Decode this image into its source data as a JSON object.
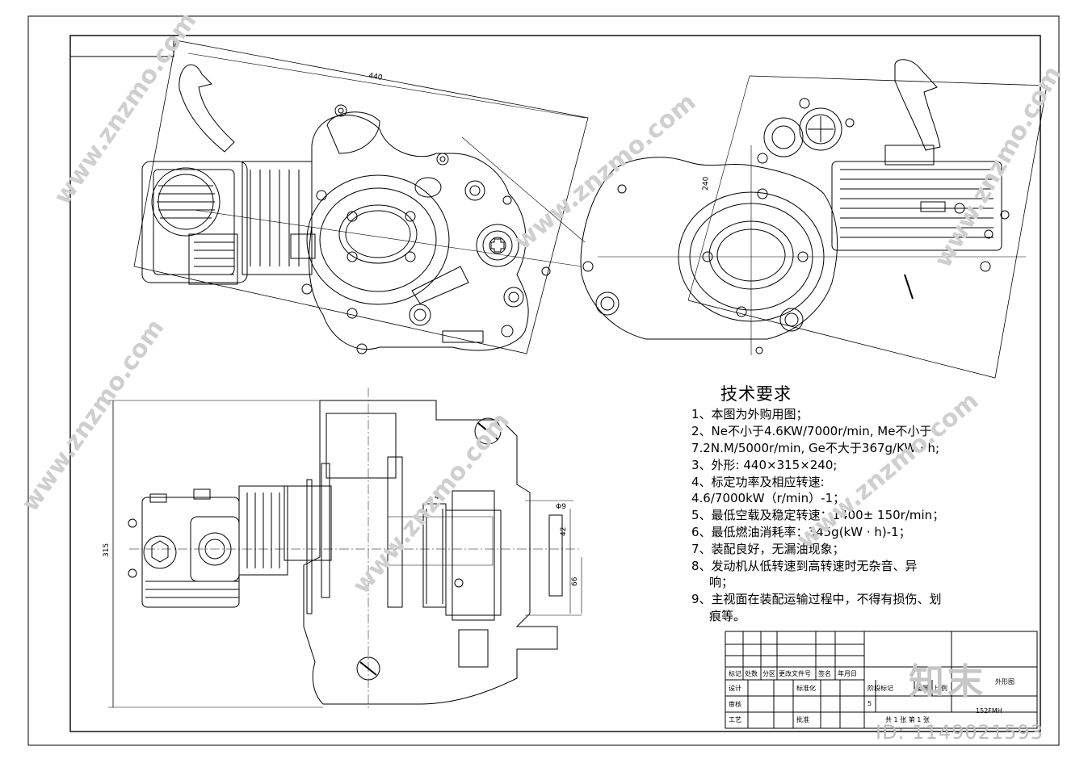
{
  "drawing": {
    "dimensions": {
      "top_length": "440",
      "height_top_right": "240",
      "height_left": "315",
      "small_a": "4",
      "small_b": "Φ9",
      "small_c": "42",
      "small_d": "66"
    }
  },
  "requirements": {
    "title": "技术要求",
    "items": [
      "1、本图为外购用图；",
      "2、Ne不小于4.6KW/7000r/min, Me不小于",
      "7.2N.M/5000r/min, Ge不大于367g/KW · h;",
      "3、外形:   440×315×240;",
      "4、标定功率及相应转速:",
      "4.6/7000kW（r/min）-1；",
      "5、最低空载及稳定转速：1400± 150r/min；",
      "6、最低燃油消耗率：345g(kW · h)-1；",
      "7、装配良好，无漏油现象；",
      "8、发动机从低转速到高转速时无杂音、异",
      "响；",
      "9、主视面在装配运输过程中，不得有损伤、划",
      "痕等。"
    ]
  },
  "title_block": {
    "row_labels": [
      "标记",
      "处数",
      "分区",
      "更改文件号",
      "签名",
      "年月日"
    ],
    "design": "设计",
    "standardize": "标准化",
    "stage_mark": "阶段标记",
    "weight": "重量",
    "scale": "比例",
    "review": "审核",
    "process": "工艺",
    "approve": "批准",
    "scale_value": "5",
    "drawing_name": "152FMH",
    "sheet_info": "共 1  张 第 1 张",
    "part_name": "外形图"
  },
  "watermarks": {
    "site": "www.znzmo.com",
    "brand": "知末",
    "id_text": "ID: 1149021593"
  }
}
